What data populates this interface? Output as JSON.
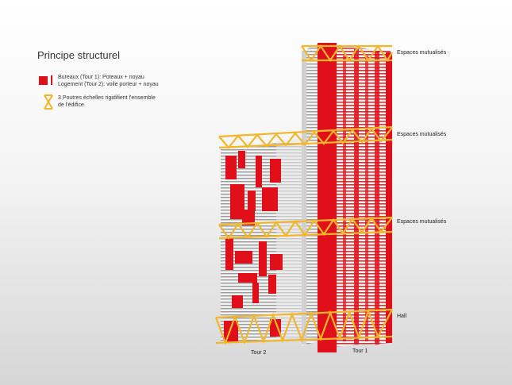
{
  "title": "Principe structurel",
  "legend": {
    "structure_line1": "Bureaux (Tour 1): Poteaux + noyau",
    "structure_line2": "Logement (Tour 2): voile porteur + noyau",
    "trusses_line1": "3 Poutres échelles rigidifient l'ensemble",
    "trusses_line2": "de l'édifice."
  },
  "labels": {
    "level_top": "Espaces mutualisés",
    "level_upper": "Espaces mutualisés",
    "level_middle": "Espaces mutualisés",
    "hall": "Hall",
    "tower2": "Tour 2",
    "tower1": "Tour 1"
  },
  "colors": {
    "core": "#e0101a",
    "truss": "#f2b62a",
    "slab": "#bdbdbd"
  }
}
